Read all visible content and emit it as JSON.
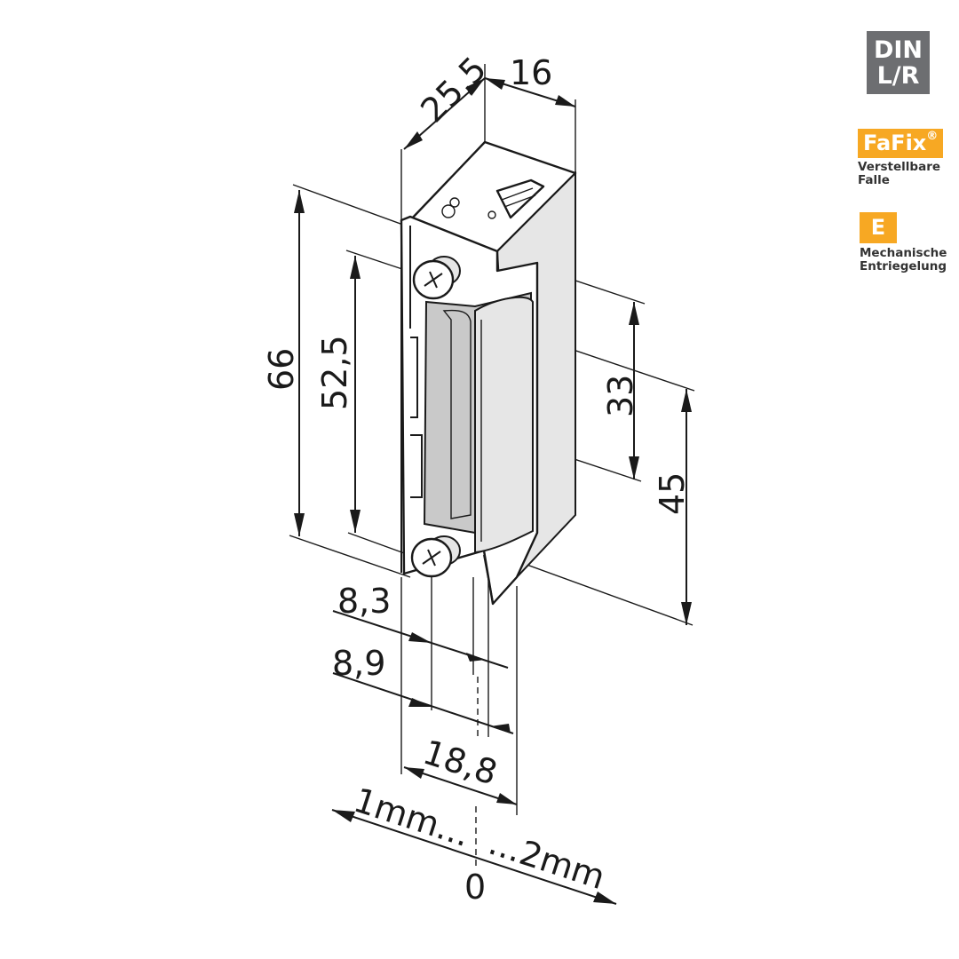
{
  "badges": {
    "din": {
      "line1": "DIN",
      "line2": "L/R",
      "color": "#6d6e71"
    },
    "fafix": {
      "label": "FaFix",
      "mark": "®",
      "caption_line1": "Verstellbare",
      "caption_line2": "Falle",
      "color": "#f7a823"
    },
    "e": {
      "label": "E",
      "caption_line1": "Mechanische",
      "caption_line2": "Entriegelung",
      "color": "#f7a823"
    }
  },
  "dimensions": {
    "width_top": "25,5",
    "depth_top": "16",
    "height_total": "66",
    "screw_spacing": "52,5",
    "latch_height": "33",
    "body_height": "45",
    "offset_a": "8,3",
    "offset_b": "8,9",
    "width_front": "18,8",
    "adjust_left": "1mm...",
    "adjust_right": "...2mm",
    "adjust_zero": "0"
  },
  "icons": {
    "screw_top": "phillips-screw-icon",
    "screw_bottom": "phillips-screw-icon"
  }
}
